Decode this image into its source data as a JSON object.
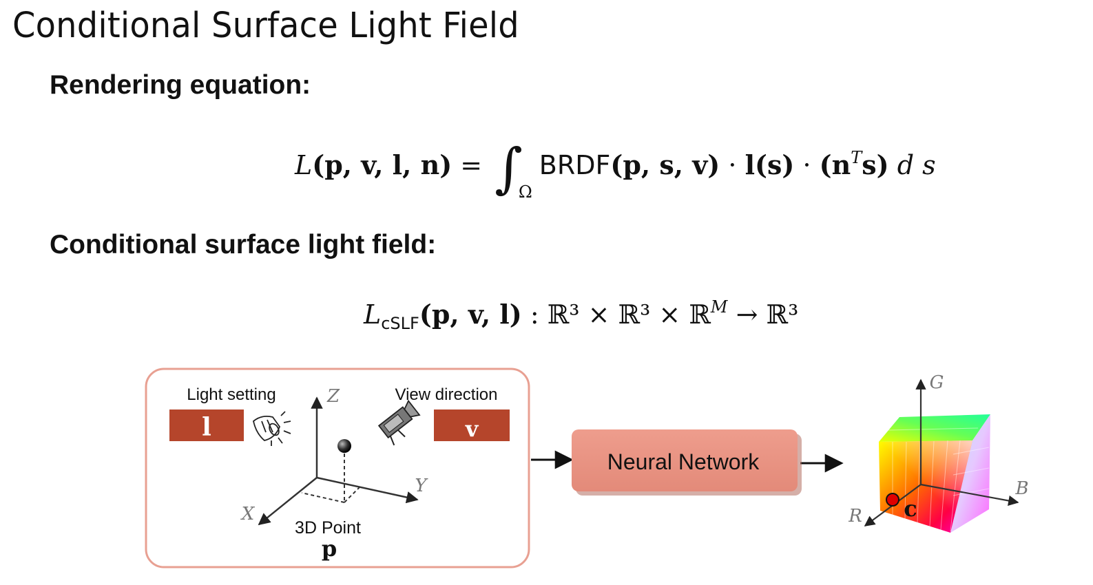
{
  "slide": {
    "title": "Conditional Surface Light Field"
  },
  "sections": [
    {
      "heading": "Rendering equation:"
    },
    {
      "heading": "Conditional surface light field:"
    }
  ],
  "equations": {
    "rendering": {
      "lhs_symbol": "L",
      "lhs_args": "(p, v, l, n)",
      "equals": "=",
      "integral_domain": "Ω",
      "brdf_label": "BRDF",
      "brdf_args": "(p, s, v)",
      "light_term": "l(s)",
      "normal_term": "(n",
      "normal_sup": "T",
      "normal_close": "s)",
      "differential": "d s"
    },
    "cslf": {
      "symbol": "L",
      "subscript": "cSLF",
      "args": "(p, v, l)",
      "domain": ": ℝ³ × ℝ³ × ℝ",
      "domain_sup": "M",
      "codomain": "→ ℝ³"
    }
  },
  "diagram": {
    "input_box": {
      "light_label": "Light setting",
      "light_symbol": "l",
      "view_label": "View direction",
      "view_symbol": "v",
      "axes": {
        "x": "X",
        "y": "Y",
        "z": "Z"
      },
      "point_label": "3D Point",
      "point_symbol": "p"
    },
    "network": {
      "label": "Neural Network"
    },
    "output": {
      "axes": {
        "r": "R",
        "g": "G",
        "b": "B"
      },
      "color_symbol": "c"
    },
    "colors": {
      "box_border": "#e8a092",
      "param_box": "#b5452b",
      "network_fill": "#e89585",
      "color_point": "#e00000"
    },
    "icons": [
      "lamp-icon",
      "camera-icon"
    ]
  }
}
